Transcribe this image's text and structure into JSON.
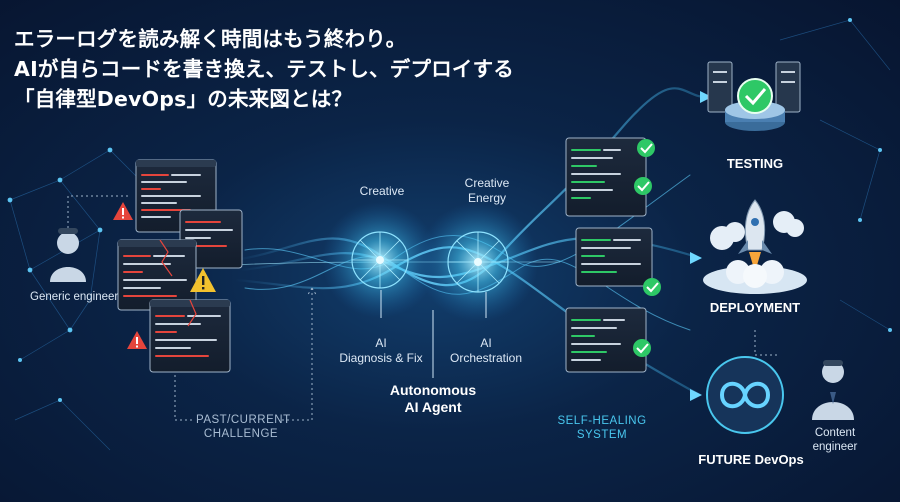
{
  "headline": {
    "line1": "エラーログを読み解く時間はもう終わり。",
    "line2": "AIが自らコードを書き換え、テストし、デプロイする",
    "line3": "「自律型DevOps」の未来図とは？"
  },
  "left": {
    "persona": "Generic engineer",
    "challenge_line1": "PAST/CURRENT",
    "challenge_line2": "CHALLENGE"
  },
  "center": {
    "energy_left": "Creative",
    "energy_right_line1": "Creative",
    "energy_right_line2": "Energy",
    "diag_line1": "AI",
    "diag_line2": "Diagnosis & Fix",
    "orch_line1": "AI",
    "orch_line2": "Orchestration",
    "agent_line1": "Autonomous",
    "agent_line2": "AI Agent"
  },
  "right": {
    "testing": "TESTING",
    "deployment": "DEPLOYMENT",
    "self_heal_line1": "SELF-HEALING",
    "self_heal_line2": "SYSTEM",
    "future": "FUTURE DevOps",
    "content_line1": "Content",
    "content_line2": "engineer"
  },
  "colors": {
    "accent_cyan": "#49c7ee",
    "success_green": "#2ec866",
    "warning_yellow": "#f2c12e",
    "error_red": "#e5453c"
  }
}
